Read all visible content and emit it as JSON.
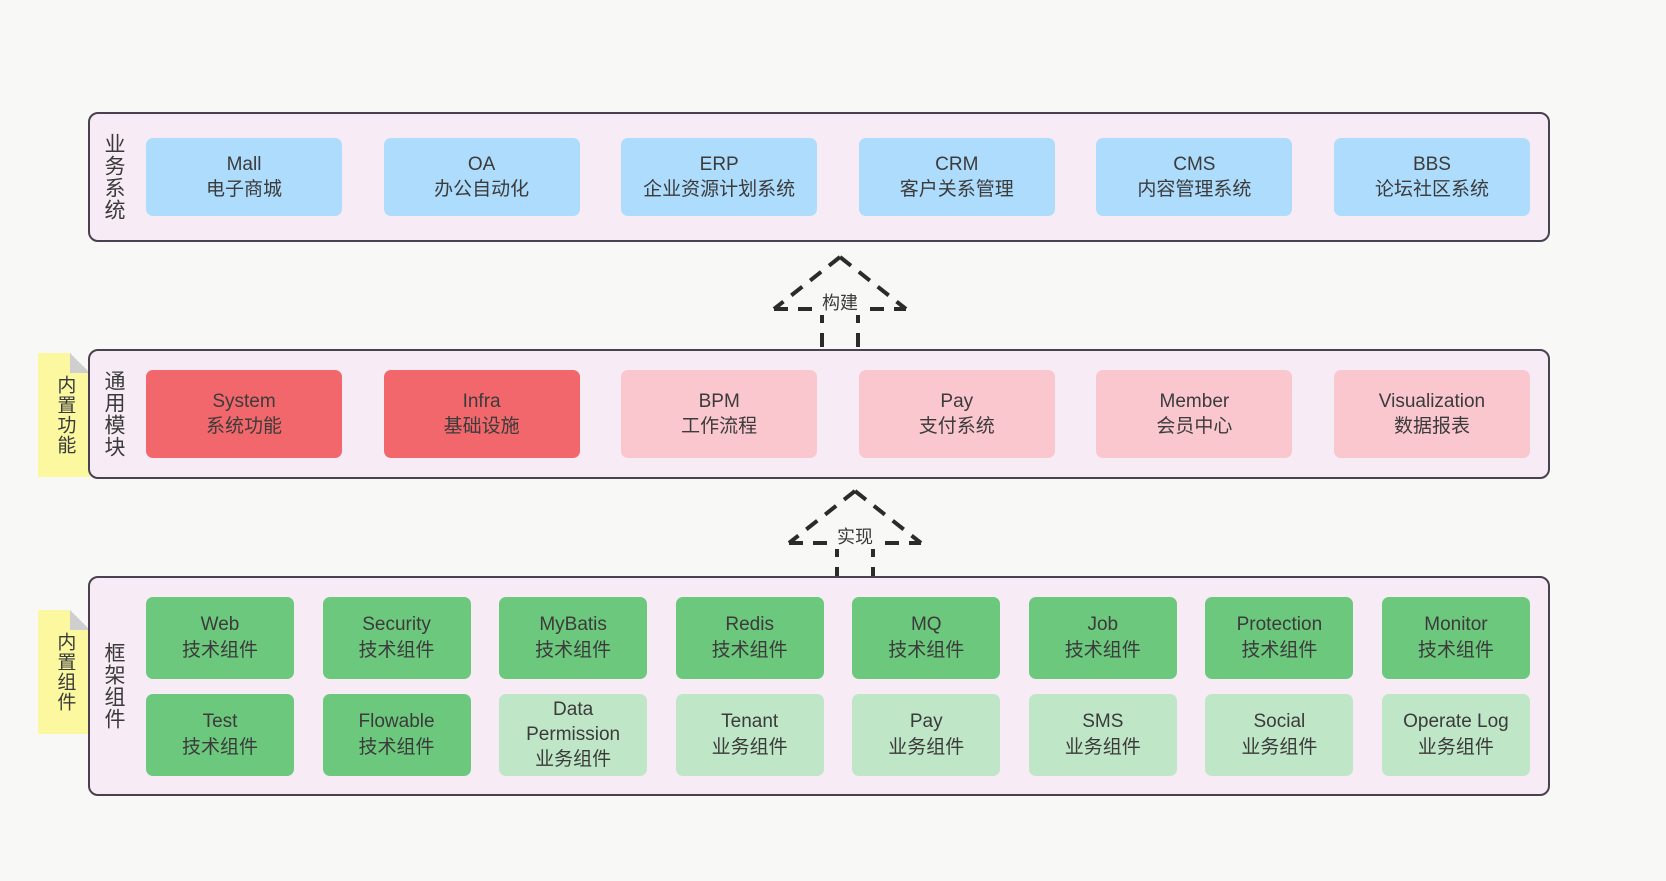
{
  "diagram": {
    "background_color": "#f8f8f7",
    "layer_background": "#f7ecf5",
    "layer_border": "#4a4150",
    "colors": {
      "blue": "#aedcfc",
      "red": "#f2676b",
      "pink": "#fbc7cf",
      "green": "#6cc87c",
      "light_green": "#bfe6c6",
      "sticky_yellow": "#fbf8a0",
      "sticky_fold": "#cfcfcf"
    }
  },
  "layers": {
    "business": {
      "title": "业务系统",
      "nodes": [
        {
          "title": "Mall",
          "subtitle": "电子商城",
          "color": "blue"
        },
        {
          "title": "OA",
          "subtitle": "办公自动化",
          "color": "blue"
        },
        {
          "title": "ERP",
          "subtitle": "企业资源计划系统",
          "color": "blue"
        },
        {
          "title": "CRM",
          "subtitle": "客户关系管理",
          "color": "blue"
        },
        {
          "title": "CMS",
          "subtitle": "内容管理系统",
          "color": "blue"
        },
        {
          "title": "BBS",
          "subtitle": "论坛社区系统",
          "color": "blue"
        }
      ]
    },
    "modules": {
      "title": "通用模块",
      "sticky": "内置功能",
      "nodes": [
        {
          "title": "System",
          "subtitle": "系统功能",
          "color": "red"
        },
        {
          "title": "Infra",
          "subtitle": "基础设施",
          "color": "red"
        },
        {
          "title": "BPM",
          "subtitle": "工作流程",
          "color": "pink"
        },
        {
          "title": "Pay",
          "subtitle": "支付系统",
          "color": "pink"
        },
        {
          "title": "Member",
          "subtitle": "会员中心",
          "color": "pink"
        },
        {
          "title": "Visualization",
          "subtitle": "数据报表",
          "color": "pink"
        }
      ]
    },
    "framework": {
      "title": "框架组件",
      "sticky": "内置组件",
      "row1": [
        {
          "title": "Web",
          "subtitle": "技术组件",
          "color": "green"
        },
        {
          "title": "Security",
          "subtitle": "技术组件",
          "color": "green"
        },
        {
          "title": "MyBatis",
          "subtitle": "技术组件",
          "color": "green"
        },
        {
          "title": "Redis",
          "subtitle": "技术组件",
          "color": "green"
        },
        {
          "title": "MQ",
          "subtitle": "技术组件",
          "color": "green"
        },
        {
          "title": "Job",
          "subtitle": "技术组件",
          "color": "green"
        },
        {
          "title": "Protection",
          "subtitle": "技术组件",
          "color": "green"
        },
        {
          "title": "Monitor",
          "subtitle": "技术组件",
          "color": "green"
        }
      ],
      "row2": [
        {
          "title": "Test",
          "subtitle": "技术组件",
          "color": "green"
        },
        {
          "title": "Flowable",
          "subtitle": "技术组件",
          "color": "green"
        },
        {
          "title": "Data Permission",
          "subtitle": "业务组件",
          "color": "light_green"
        },
        {
          "title": "Tenant",
          "subtitle": "业务组件",
          "color": "light_green"
        },
        {
          "title": "Pay",
          "subtitle": "业务组件",
          "color": "light_green"
        },
        {
          "title": "SMS",
          "subtitle": "业务组件",
          "color": "light_green"
        },
        {
          "title": "Social",
          "subtitle": "业务组件",
          "color": "light_green"
        },
        {
          "title": "Operate Log",
          "subtitle": "业务组件",
          "color": "light_green"
        }
      ]
    }
  },
  "connectors": [
    {
      "label": "构建",
      "from": "modules",
      "to": "business",
      "style": "dashed-generalization-up"
    },
    {
      "label": "实现",
      "from": "framework",
      "to": "modules",
      "style": "dashed-generalization-up"
    }
  ]
}
